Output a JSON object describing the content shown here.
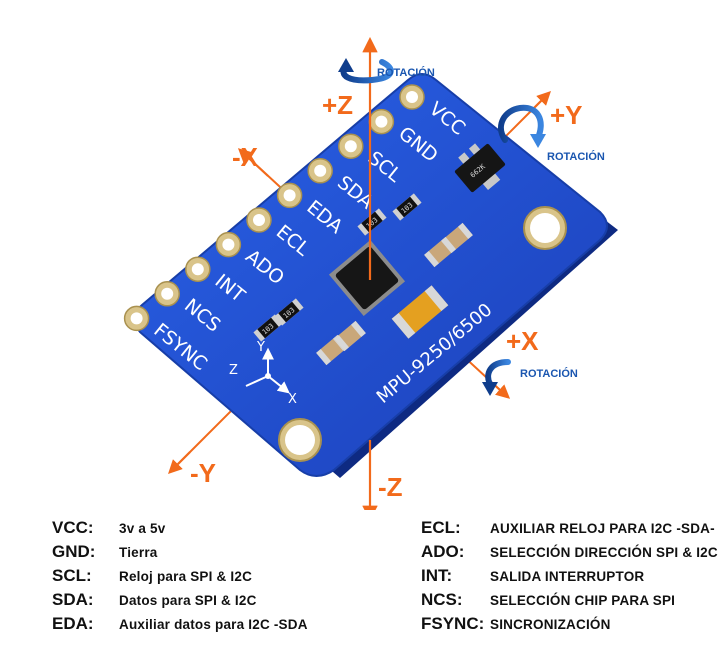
{
  "board": {
    "model_label": "MPU-9250/6500",
    "pins": [
      "VCC",
      "GND",
      "SCL",
      "SDA",
      "EDA",
      "ECL",
      "ADO",
      "INT",
      "NCS",
      "FSYNC"
    ],
    "silk_z": "Z",
    "silk_y": "Y",
    "silk_x": "X",
    "resistor_code": "103",
    "regulator_code": "662K"
  },
  "axes": {
    "plus_z": "+Z",
    "minus_z": "-Z",
    "plus_y": "+Y",
    "minus_y": "-Y",
    "plus_x": "+X",
    "minus_x": "-X",
    "rotation": "ROTACIÓN"
  },
  "legend_left": [
    {
      "pin": "VCC:",
      "desc": "3v a 5v"
    },
    {
      "pin": "GND:",
      "desc": "Tierra"
    },
    {
      "pin": "SCL:",
      "desc": "Reloj para SPI & I2C"
    },
    {
      "pin": "SDA:",
      "desc": "Datos para SPI & I2C"
    },
    {
      "pin": "EDA:",
      "desc": "Auxiliar datos para I2C -SDA"
    }
  ],
  "legend_right": [
    {
      "pin": "ECL:",
      "desc": "AUXILIAR RELOJ PARA I2C -SDA-"
    },
    {
      "pin": "ADO:",
      "desc": "SELECCIÓN DIRECCIÓN SPI & I2C"
    },
    {
      "pin": "INT:",
      "desc": "SALIDA INTERRUPTOR"
    },
    {
      "pin": "NCS:",
      "desc": "SELECCIÓN CHIP PARA SPI"
    },
    {
      "pin": "FSYNC:",
      "desc": "SINCRONIZACIÓN"
    }
  ],
  "colors": {
    "board_blue": "#1f4fd6",
    "axis_orange": "#f26a1b",
    "rotation_blue": "#1a56b0"
  }
}
